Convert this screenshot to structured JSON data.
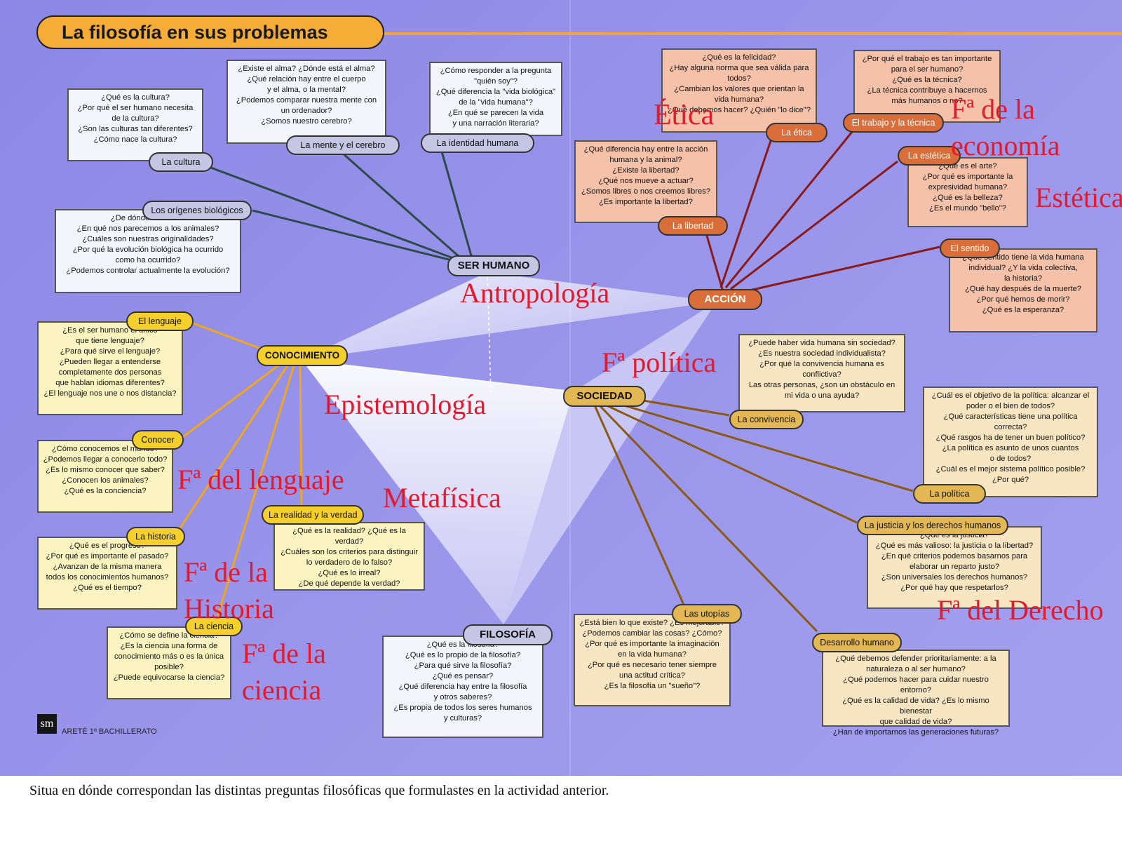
{
  "title": "La filosofía en sus problemas",
  "hubs": {
    "ser_humano": "SER HUMANO",
    "conocimiento": "CONOCIMIENTO",
    "accion": "ACCIÓN",
    "sociedad": "SOCIEDAD",
    "filosofia": "FILOSOFÍA"
  },
  "topics": {
    "cultura": {
      "label": "La cultura",
      "questions": [
        "¿Qué es la cultura?",
        "¿Por qué el ser humano necesita",
        "de la cultura?",
        "¿Son las culturas tan diferentes?",
        "¿Cómo nace la cultura?"
      ]
    },
    "mente": {
      "label": "La mente y el cerebro",
      "questions": [
        "¿Existe el alma? ¿Dónde está el alma?",
        "¿Qué relación hay entre el cuerpo",
        "y el alma, o la mental?",
        "¿Podemos comparar nuestra mente con",
        "un ordenador?",
        "¿Somos nuestro cerebro?"
      ]
    },
    "identidad": {
      "label": "La identidad humana",
      "questions": [
        "¿Cómo responder a la pregunta",
        "\"quién soy\"?",
        "¿Qué diferencia la \"vida biológica\"",
        "de la \"vida humana\"?",
        "¿En qué se parecen la vida",
        "y una narración literaria?"
      ]
    },
    "origenes": {
      "label": "Los orígenes biológicos",
      "questions": [
        "¿De dónde venimos?",
        "¿En qué nos parecemos a los animales?",
        "¿Cuáles son nuestras originalidades?",
        "¿Por qué la evolución biológica ha ocurrido",
        "como ha ocurrido?",
        "¿Podemos controlar actualmente la evolución?"
      ]
    },
    "lenguaje": {
      "label": "El lenguaje",
      "questions": [
        "¿Es el ser humano el único",
        "que tiene lenguaje?",
        "¿Para qué sirve el lenguaje?",
        "¿Pueden llegar a entenderse",
        "completamente dos personas",
        "que hablan idiomas diferentes?",
        "¿El lenguaje nos une o nos distancia?"
      ]
    },
    "conocer": {
      "label": "Conocer",
      "questions": [
        "¿Cómo conocemos el mundo?",
        "¿Podemos llegar a conocerlo todo?",
        "¿Es lo mismo conocer que saber?",
        "¿Conocen los animales?",
        "¿Qué es la conciencia?"
      ]
    },
    "historia": {
      "label": "La historia",
      "questions": [
        "¿Qué es el progreso?",
        "¿Por qué es importante el pasado?",
        "¿Avanzan de la misma manera",
        "todos los conocimientos humanos?",
        "¿Qué es el tiempo?"
      ]
    },
    "realidad": {
      "label": "La realidad y la verdad",
      "questions": [
        "¿Qué es la realidad? ¿Qué es la verdad?",
        "¿Cuáles son los criterios para distinguir",
        "lo verdadero de lo falso?",
        "¿Qué es lo irreal?",
        "¿De qué depende la verdad?"
      ]
    },
    "ciencia": {
      "label": "La ciencia",
      "questions": [
        "¿Cómo se define la ciencia?",
        "¿Es la ciencia una forma de",
        "conocimiento más o es la única",
        "posible?",
        "¿Puede equivocarse la ciencia?"
      ]
    },
    "filosofia": {
      "questions": [
        "¿Qué es la filosofía?",
        "¿Qué es lo propio de la filosofía?",
        "¿Para qué sirve la filosofía?",
        "¿Qué es pensar?",
        "¿Qué diferencia hay entre la filosofía",
        "y otros saberes?",
        "¿Es propia de todos los seres humanos",
        "y culturas?"
      ]
    },
    "etica": {
      "label": "La ética",
      "questions": [
        "¿Qué es la felicidad?",
        "¿Hay alguna norma que sea válida para",
        "todos?",
        "¿Cambian los valores que orientan la",
        "vida humana?",
        "¿Qué debemos hacer? ¿Quién \"lo dice\"?"
      ]
    },
    "trabajo": {
      "label": "El trabajo y la técnica",
      "questions": [
        "¿Por qué el trabajo es tan importante",
        "para el ser humano?",
        "¿Qué es la técnica?",
        "¿La técnica contribuye a hacernos",
        "más humanos o no?"
      ]
    },
    "libertad": {
      "label": "La libertad",
      "questions": [
        "¿Qué diferencia hay entre la acción",
        "humana y la animal?",
        "¿Existe la libertad?",
        "¿Qué nos mueve a actuar?",
        "¿Somos libres o nos creemos libres?",
        "¿Es importante la libertad?"
      ]
    },
    "estetica": {
      "label": "La estética",
      "questions": [
        "¿Qué es el arte?",
        "¿Por qué es importante la",
        "expresividad humana?",
        "¿Qué es la belleza?",
        "¿Es el mundo \"bello\"?"
      ]
    },
    "sentido": {
      "label": "El sentido",
      "questions": [
        "¿Qué sentido tiene la vida humana",
        "individual? ¿Y la vida colectiva,",
        "la historia?",
        "¿Qué hay después de la muerte?",
        "¿Por qué hemos de morir?",
        "¿Qué es la esperanza?"
      ]
    },
    "convivencia": {
      "label": "La convivencia",
      "questions": [
        "¿Puede haber vida humana sin sociedad?",
        "¿Es nuestra sociedad individualista?",
        "¿Por qué la convivencia humana es",
        "conflictiva?",
        "Las otras personas, ¿son un obstáculo en",
        "mi vida o una ayuda?"
      ]
    },
    "politica": {
      "label": "La política",
      "questions": [
        "¿Cuál es el objetivo de la política: alcanzar el",
        "poder o el bien de todos?",
        "¿Qué características tiene una política",
        "correcta?",
        "¿Qué rasgos ha de tener un buen político?",
        "¿La política es asunto de unos cuantos",
        "o de todos?",
        "¿Cuál es el mejor sistema político posible?",
        "¿Por qué?"
      ]
    },
    "justicia": {
      "label": "La justicia y los derechos humanos",
      "questions": [
        "¿Qué es la justicia?",
        "¿Qué es más valioso: la justicia o la libertad?",
        "¿En qué criterios podemos basarnos para",
        "elaborar un reparto justo?",
        "¿Son universales los derechos humanos?",
        "¿Por qué hay que respetarlos?"
      ]
    },
    "utopias": {
      "label": "Las utopías",
      "questions": [
        "¿Está bien lo que existe? ¿Es mejorable?",
        "¿Podemos cambiar las cosas? ¿Cómo?",
        "¿Por qué es importante la imaginación",
        "en la vida humana?",
        "¿Por qué es necesario tener siempre",
        "una actitud crítica?",
        "¿Es la filosofía un \"sueño\"?"
      ]
    },
    "desarrollo": {
      "label": "Desarrollo humano",
      "questions": [
        "¿Qué debemos defender prioritariamente: a la",
        "naturaleza o al ser humano?",
        "¿Qué podemos hacer para cuidar nuestro entorno?",
        "¿Qué es la calidad de vida? ¿Es lo mismo bienestar",
        "que calidad de vida?",
        "¿Han de importarnos las generaciones futuras?"
      ]
    }
  },
  "annotations": {
    "antropologia": "Antropología",
    "etica": "Ética",
    "economia": "Fª de la economía",
    "estetica": "Estética",
    "politica": "Fª política",
    "epistemologia": "Epistemología",
    "lenguaje": "Fª del lenguaje",
    "metafisica": "Metafísica",
    "historia": "Fª de la Historia",
    "ciencia": "Fª de la ciencia",
    "derecho": "Fª del Derecho"
  },
  "footer": {
    "logo": "sm",
    "series": "ARETÉ 1º BACHILLERATO"
  },
  "caption": "Situa en dónde correspondan las distintas preguntas filosóficas que formulastes en la actividad anterior.",
  "colors": {
    "background": "#908ce8",
    "title": "#f6ad38",
    "annotation": "#e41a2c",
    "ser_humano_lines": "#2c4a4a",
    "conocimiento_lines": "#f0a71c",
    "accion_lines": "#8a1a1a",
    "sociedad_lines": "#8a5a14"
  }
}
